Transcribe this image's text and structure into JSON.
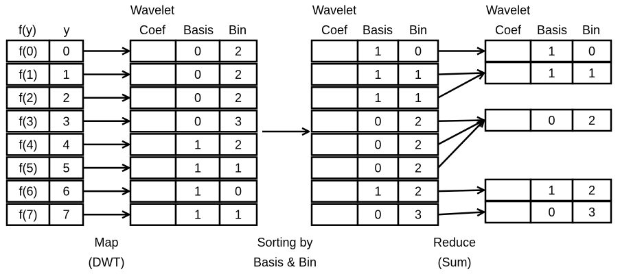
{
  "input_table": {
    "headers": {
      "fy": "f(y)",
      "y": "y"
    },
    "rows": [
      {
        "fy": "f(0)",
        "y": "0"
      },
      {
        "fy": "f(1)",
        "y": "1"
      },
      {
        "fy": "f(2)",
        "y": "2"
      },
      {
        "fy": "f(3)",
        "y": "3"
      },
      {
        "fy": "f(4)",
        "y": "4"
      },
      {
        "fy": "f(5)",
        "y": "5"
      },
      {
        "fy": "f(6)",
        "y": "6"
      },
      {
        "fy": "f(7)",
        "y": "7"
      }
    ]
  },
  "mapped_table": {
    "group_header": "Wavelet",
    "headers": {
      "coef": "Coef",
      "basis": "Basis",
      "bin": "Bin"
    },
    "rows": [
      {
        "coef": "",
        "basis": "0",
        "bin": "2"
      },
      {
        "coef": "",
        "basis": "0",
        "bin": "2"
      },
      {
        "coef": "",
        "basis": "0",
        "bin": "2"
      },
      {
        "coef": "",
        "basis": "0",
        "bin": "3"
      },
      {
        "coef": "",
        "basis": "1",
        "bin": "2"
      },
      {
        "coef": "",
        "basis": "1",
        "bin": "1"
      },
      {
        "coef": "",
        "basis": "1",
        "bin": "0"
      },
      {
        "coef": "",
        "basis": "1",
        "bin": "1"
      }
    ]
  },
  "sorted_table": {
    "group_header": "Wavelet",
    "headers": {
      "coef": "Coef",
      "basis": "Basis",
      "bin": "Bin"
    },
    "rows": [
      {
        "coef": "",
        "basis": "1",
        "bin": "0"
      },
      {
        "coef": "",
        "basis": "1",
        "bin": "1"
      },
      {
        "coef": "",
        "basis": "1",
        "bin": "1"
      },
      {
        "coef": "",
        "basis": "0",
        "bin": "2"
      },
      {
        "coef": "",
        "basis": "0",
        "bin": "2"
      },
      {
        "coef": "",
        "basis": "0",
        "bin": "2"
      },
      {
        "coef": "",
        "basis": "1",
        "bin": "2"
      },
      {
        "coef": "",
        "basis": "0",
        "bin": "3"
      }
    ]
  },
  "reduced_table": {
    "group_header": "Wavelet",
    "headers": {
      "coef": "Coef",
      "basis": "Basis",
      "bin": "Bin"
    },
    "groups": [
      {
        "rows": [
          {
            "coef": "",
            "basis": "1",
            "bin": "0"
          },
          {
            "coef": "",
            "basis": "1",
            "bin": "1"
          }
        ]
      },
      {
        "rows": [
          {
            "coef": "",
            "basis": "0",
            "bin": "2"
          }
        ]
      },
      {
        "rows": [
          {
            "coef": "",
            "basis": "1",
            "bin": "2"
          },
          {
            "coef": "",
            "basis": "0",
            "bin": "3"
          }
        ]
      }
    ]
  },
  "stage_labels": {
    "map": {
      "line1": "Map",
      "line2": "(DWT)"
    },
    "sort": {
      "line1": "Sorting by",
      "line2": "Basis & Bin"
    },
    "reduce": {
      "line1": "Reduce",
      "line2": "(Sum)"
    }
  }
}
